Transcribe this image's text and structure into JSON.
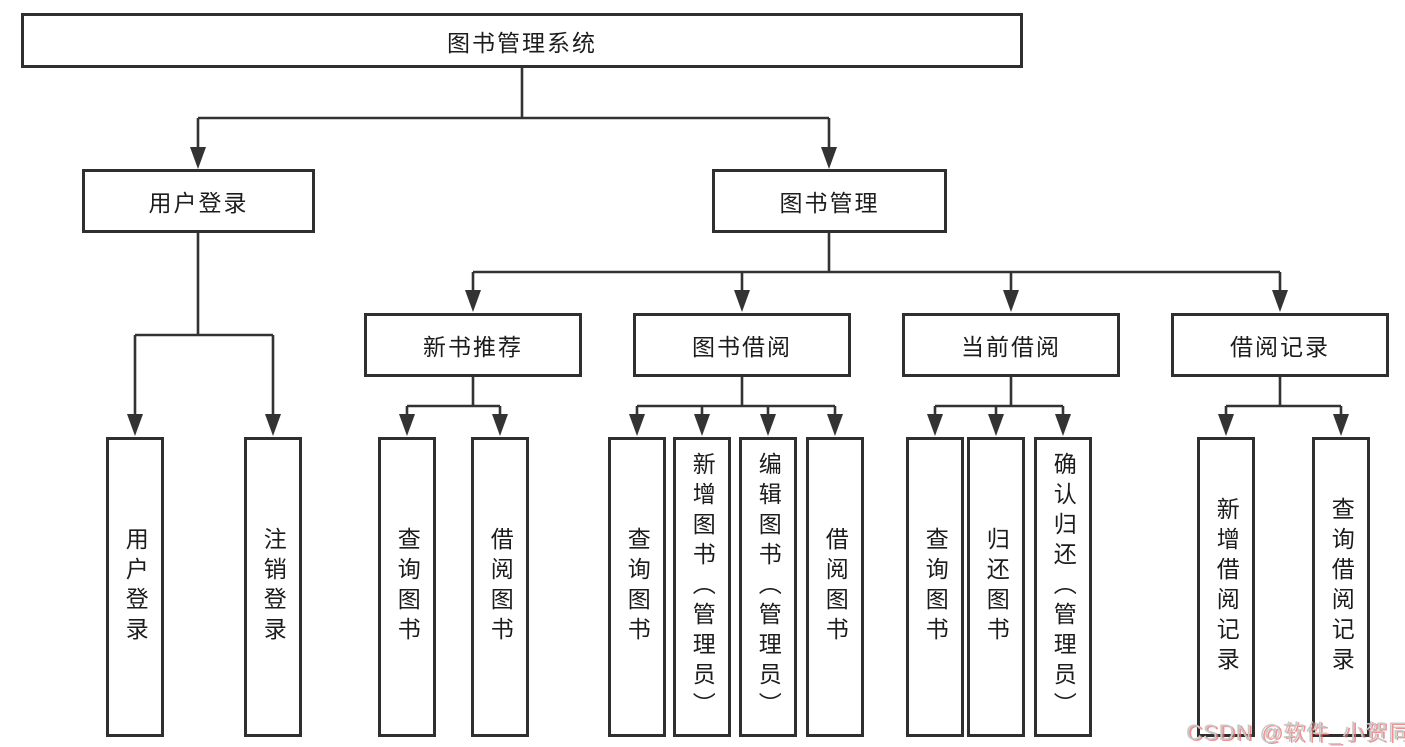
{
  "root": {
    "label": "图书管理系统"
  },
  "branches": {
    "login": {
      "label": "用户登录",
      "children": [
        {
          "label": "用户登录"
        },
        {
          "label": "注销登录"
        }
      ]
    },
    "management": {
      "label": "图书管理",
      "sections": [
        {
          "label": "新书推荐",
          "children": [
            {
              "label": "查询图书"
            },
            {
              "label": "借阅图书"
            }
          ]
        },
        {
          "label": "图书借阅",
          "children": [
            {
              "label": "查询图书"
            },
            {
              "label": "新增图书（管理员）"
            },
            {
              "label": "编辑图书（管理员）"
            },
            {
              "label": "借阅图书"
            }
          ]
        },
        {
          "label": "当前借阅",
          "children": [
            {
              "label": "查询图书"
            },
            {
              "label": "归还图书"
            },
            {
              "label": "确认归还（管理员）"
            }
          ]
        },
        {
          "label": "借阅记录",
          "children": [
            {
              "label": "新增借阅记录"
            },
            {
              "label": "查询借阅记录"
            }
          ]
        }
      ]
    }
  },
  "watermark": "CSDN @软件_小贺同学",
  "colors": {
    "line": "#333333",
    "border": "#2f2f2f",
    "text": "#1c1c1c",
    "watermark": "#c8c8c8"
  }
}
